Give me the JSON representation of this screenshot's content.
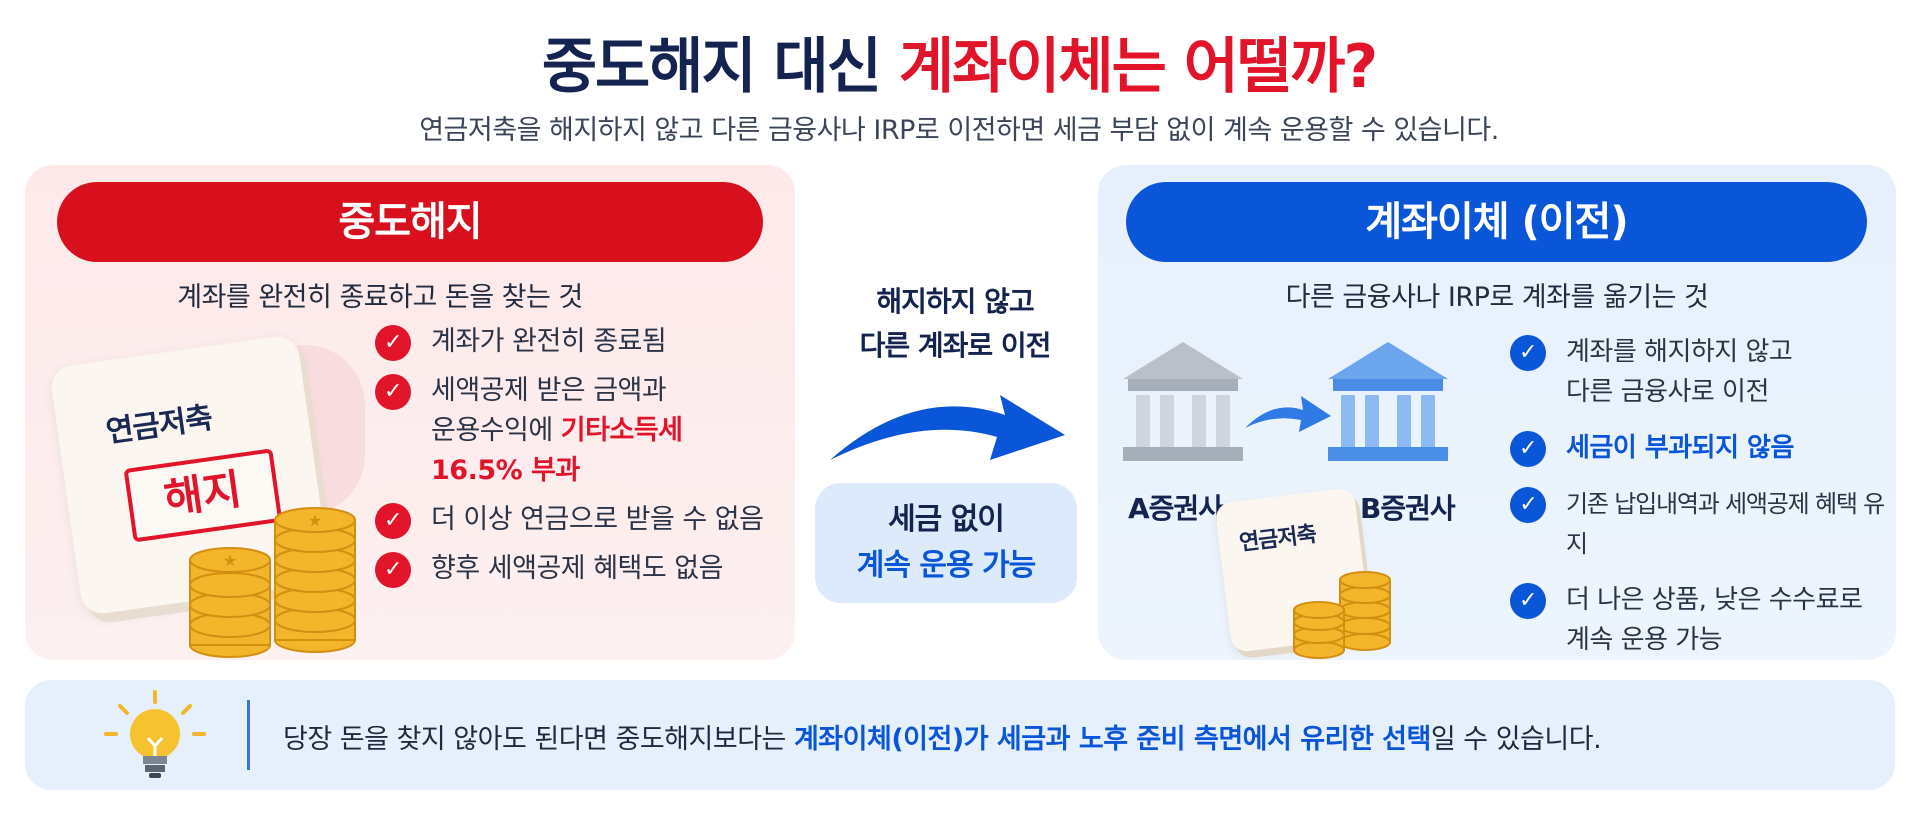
{
  "header": {
    "title_part1": "중도해지 대신 ",
    "title_part2": "계좌이체는 어떨까?",
    "subtitle": "연금저축을 해지하지 않고 다른 금융사나 IRP로 이전하면 세금 부담 없이 계속 운용할 수 있습니다."
  },
  "left": {
    "pill": "중도해지",
    "desc": "계좌를 완전히 종료하고 돈을 찾는 것",
    "doc_title": "연금저축",
    "stamp": "해지",
    "items": [
      {
        "text": "계좌가 완전히 종료됨"
      },
      {
        "text_a": "세액공제 받은 금액과",
        "text_b": "운용수익에 ",
        "hl_a": "기타소득세",
        "hl_b": "16.5% 부과"
      },
      {
        "text": "더 이상 연금으로 받을 수 없음"
      },
      {
        "text": "향후 세액공제 혜택도 없음"
      }
    ]
  },
  "middle": {
    "line1": "해지하지 않고",
    "line2": "다른 계좌로 이전",
    "box_line1": "세금 없이",
    "box_line2": "계속 운용 가능"
  },
  "right": {
    "pill": "계좌이체 (이전)",
    "desc": "다른 금융사나 IRP로 계좌를 옮기는 것",
    "bank_a": "A증권사",
    "bank_b": "B증권사",
    "doc_title": "연금저축",
    "items": [
      {
        "line1": "계좌를 해지하지 않고",
        "line2": "다른 금융사로 이전"
      },
      {
        "hl": "세금이 부과되지 않음"
      },
      {
        "text": "기존 납입내역과 세액공제 혜택 유지"
      },
      {
        "line1": "더 나은 상품, 낮은 수수료로",
        "line2": "계속 운용 가능"
      }
    ]
  },
  "tip": {
    "text_a": "당장 돈을 찾지 않아도 된다면 중도해지보다는 ",
    "hl": "계좌이체(이전)가 세금과 노후 준비 측면에서 유리한 선택",
    "text_b": "일 수 있습니다."
  },
  "colors": {
    "red": "#e1142a",
    "blue": "#0a56d8",
    "navy": "#14234f",
    "gold": "#f3b52a"
  },
  "icons": [
    "check-icon",
    "bank-icon",
    "arrow-icon",
    "coin-stack-icon",
    "lightbulb-icon",
    "document-icon"
  ]
}
